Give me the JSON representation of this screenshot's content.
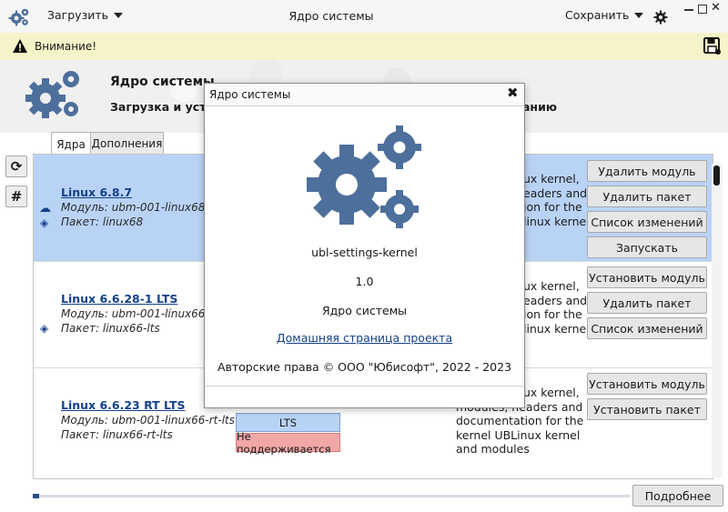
{
  "header": {
    "load_label": "Загрузить",
    "title": "Ядро системы",
    "save_label": "Сохранить"
  },
  "warning": {
    "text": "Внимание!"
  },
  "banner": {
    "title": "Ядро системы",
    "subtitle": "Загрузка и уста",
    "subtitle_tail": "анию"
  },
  "tabs": [
    {
      "label": "Ядра"
    },
    {
      "label": "Дополнения"
    }
  ],
  "kernels": [
    {
      "name": "Linux 6.8.7",
      "module": "Модуль: ubm-001-linux68",
      "package": "Пакет: linux68",
      "desc": [
        "ux kernel,",
        "eaders and",
        "ion for the",
        "linux kernel"
      ],
      "buttons": [
        "Удалить модуль",
        "Удалить пакет",
        "Список изменений",
        "Запускать"
      ]
    },
    {
      "name": "Linux 6.6.28-1 LTS",
      "module": "Модуль: ubm-001-linux66-l",
      "package": "Пакет: linux66-lts",
      "desc": [
        "ux kernel,",
        "eaders and",
        "ion for the",
        "linux kernel"
      ],
      "buttons": [
        "Установить модуль",
        "Удалить пакет",
        "Список изменений"
      ]
    },
    {
      "name": "Linux 6.6.23 RT LTS",
      "module": "Модуль: ubm-001-linux66-rt-lts",
      "package": "Пакет: linux66-rt-lts",
      "desc": [
        "ux kernel,",
        "modules, headers and",
        "documentation for the",
        "kernel UBLinux kernel",
        "and modules"
      ],
      "tags": [
        "LTS",
        "Не поддерживается"
      ],
      "buttons": [
        "Установить модуль",
        "Установить пакет"
      ]
    }
  ],
  "footer": {
    "details_label": "Подробнее",
    "progress": 0.01
  },
  "about": {
    "title": "Ядро системы",
    "app_name": "ubl-settings-kernel",
    "version": "1.0",
    "description": "Ядро системы",
    "link": "Домашняя страница проекта",
    "copyright": "Авторские права © ООО \"Юбисофт\", 2022 - 2023"
  },
  "colors": {
    "accent": "#4d6f9b",
    "selected_row": "#b9d3f7",
    "warning_bg": "#f7f3c8",
    "tag_lts": "#b9d3f7",
    "tag_unsupported": "#f2a7a7"
  }
}
